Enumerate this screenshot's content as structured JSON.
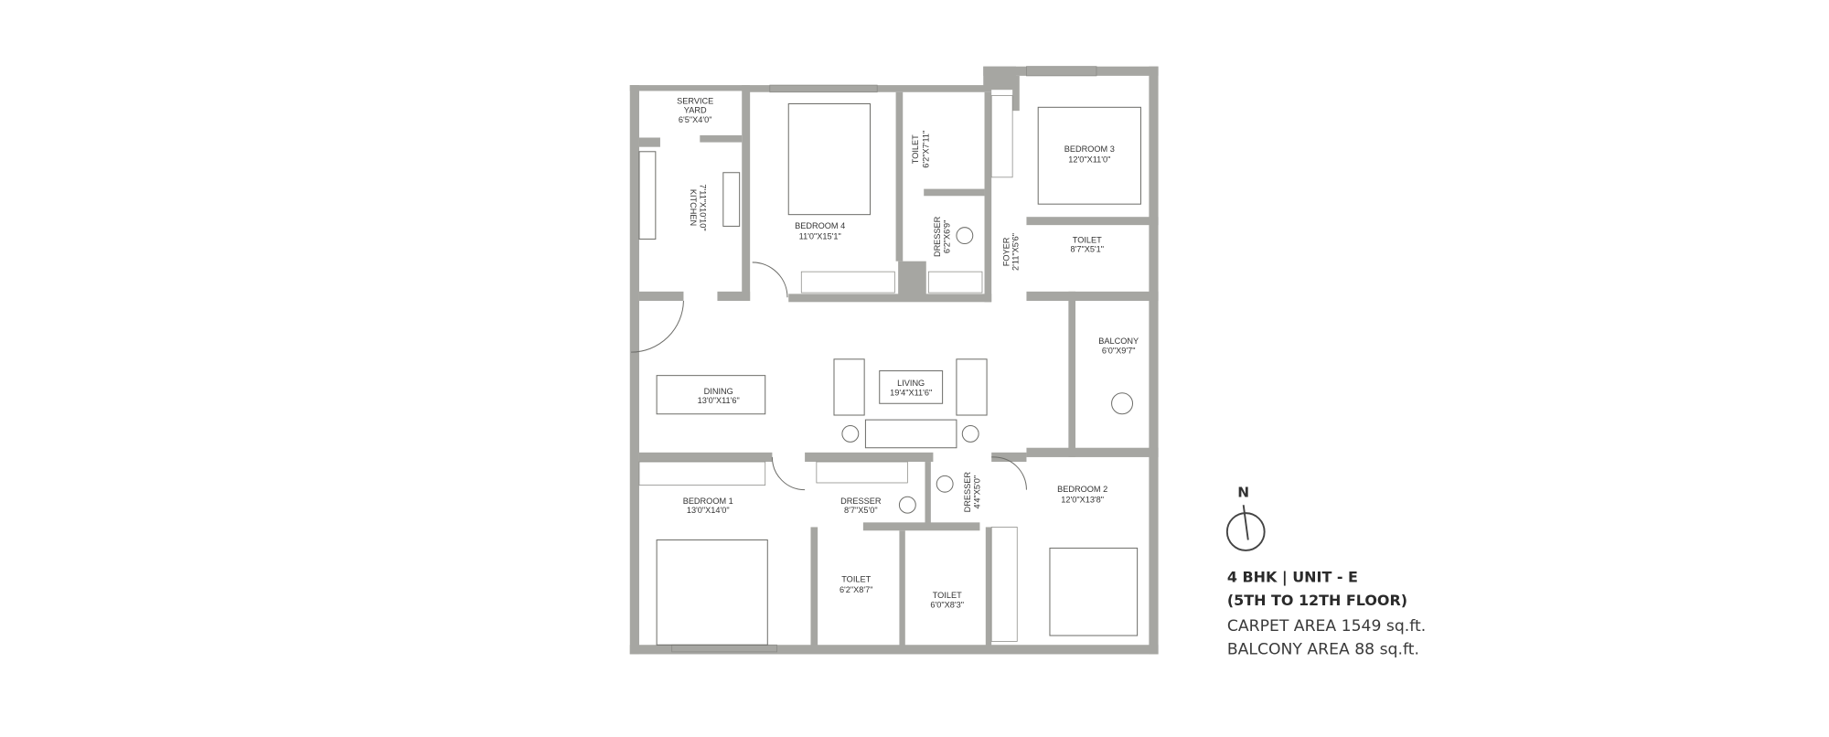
{
  "rooms": {
    "service_yard": {
      "name_line1": "SERVICE",
      "name_line2": "YARD",
      "size": "6'5\"X4'0\""
    },
    "kitchen": {
      "name": "KITCHEN",
      "size": "7'11\"X10'10\""
    },
    "bedroom4": {
      "name": "BEDROOM 4",
      "size": "11'0\"X15'1\""
    },
    "toilet_b4": {
      "name": "TOILET",
      "size": "6'2\"X7'11\""
    },
    "dresser_b4": {
      "name": "DRESSER",
      "size": "6'2\"X6'9\""
    },
    "foyer": {
      "name": "FOYER",
      "size": "2'11\"X5'6\""
    },
    "bedroom3": {
      "name": "BEDROOM 3",
      "size": "12'0\"X11'0\""
    },
    "toilet_b3": {
      "name": "TOILET",
      "size": "8'7\"X5'1\""
    },
    "balcony": {
      "name": "BALCONY",
      "size": "6'0\"X9'7\""
    },
    "dining": {
      "name": "DINING",
      "size": "13'0\"X11'6\""
    },
    "living": {
      "name": "LIVING",
      "size": "19'4\"X11'6\""
    },
    "bedroom1": {
      "name": "BEDROOM 1",
      "size": "13'0\"X14'0\""
    },
    "dresser_b1": {
      "name": "DRESSER",
      "size": "8'7\"X5'0\""
    },
    "dresser_b2": {
      "name": "DRESSER",
      "size": "4'4\"X5'0\""
    },
    "bedroom2": {
      "name": "BEDROOM 2",
      "size": "12'0\"X13'8\""
    },
    "toilet_b1": {
      "name": "TOILET",
      "size": "6'2\"X8'7\""
    },
    "toilet_b2": {
      "name": "TOILET",
      "size": "6'0\"X8'3\""
    }
  },
  "legend": {
    "north": "N",
    "title_line1": "4 BHK | UNIT - E",
    "title_line2": "(5TH TO 12TH FLOOR)",
    "carpet_area": "CARPET AREA 1549 sq.ft.",
    "balcony_area": "BALCONY AREA 88 sq.ft."
  },
  "colors": {
    "wall": "#a6a6a2",
    "text": "#2a2a2a"
  }
}
